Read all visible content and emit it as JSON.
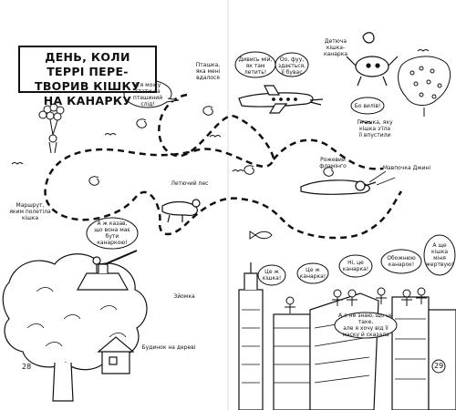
{
  "title": {
    "line1": "ДЕНЬ, КОЛИ ТЕРРІ ПЕРЕ-",
    "line2": "ТВОРИВ КІШКУ НА КАНАРКУ"
  },
  "labels": {
    "birdie_nest": [
      "Пташка,",
      "яка мені",
      "вдалося"
    ],
    "pink_flamingo": [
      "Рожевий",
      "фламінго"
    ],
    "vanished_jackie": "Мавпочка Джині",
    "flying_dog": "Летючий пес",
    "route": [
      "Маршрут,",
      "яким полетіла",
      "кішка"
    ],
    "firebird": [
      "Детюча",
      "кішка-",
      "канарка"
    ],
    "birdie_ate": [
      "Пташка, яку",
      "кішка з'їла",
      "її впустили"
    ],
    "crest": "Зйомка",
    "treehouse": "Будинок на дереві"
  },
  "bubbles": {
    "birdie_plane": [
      "А я можу",
      "стати на",
      "пташиний",
      "слід!"
    ],
    "plane_people": [
      "Дивись мій,",
      "як там",
      "летить!"
    ],
    "plane_people2": [
      "Оо, фуу,",
      "здається,",
      "її бувас"
    ],
    "grab_it": [
      "Бо вилів!"
    ],
    "watchers": [
      "А ж казав,",
      "що вона має",
      "бути",
      "канаркою!"
    ],
    "b1": [
      "Це ж",
      "кішка!"
    ],
    "b2": [
      "Це ж",
      "канарка!"
    ],
    "b3": [
      "Ні, це",
      "канарка!"
    ],
    "b4": [
      "Обожнюю",
      "канарок!"
    ],
    "b5": [
      "А ще",
      "кішка",
      "міня",
      "жертвую!"
    ],
    "bottom": [
      "А я не знаю, що це таке,",
      "але я хочу від її",
      "маску й сказала"
    ]
  },
  "pages": {
    "left": "28",
    "right": "29"
  }
}
